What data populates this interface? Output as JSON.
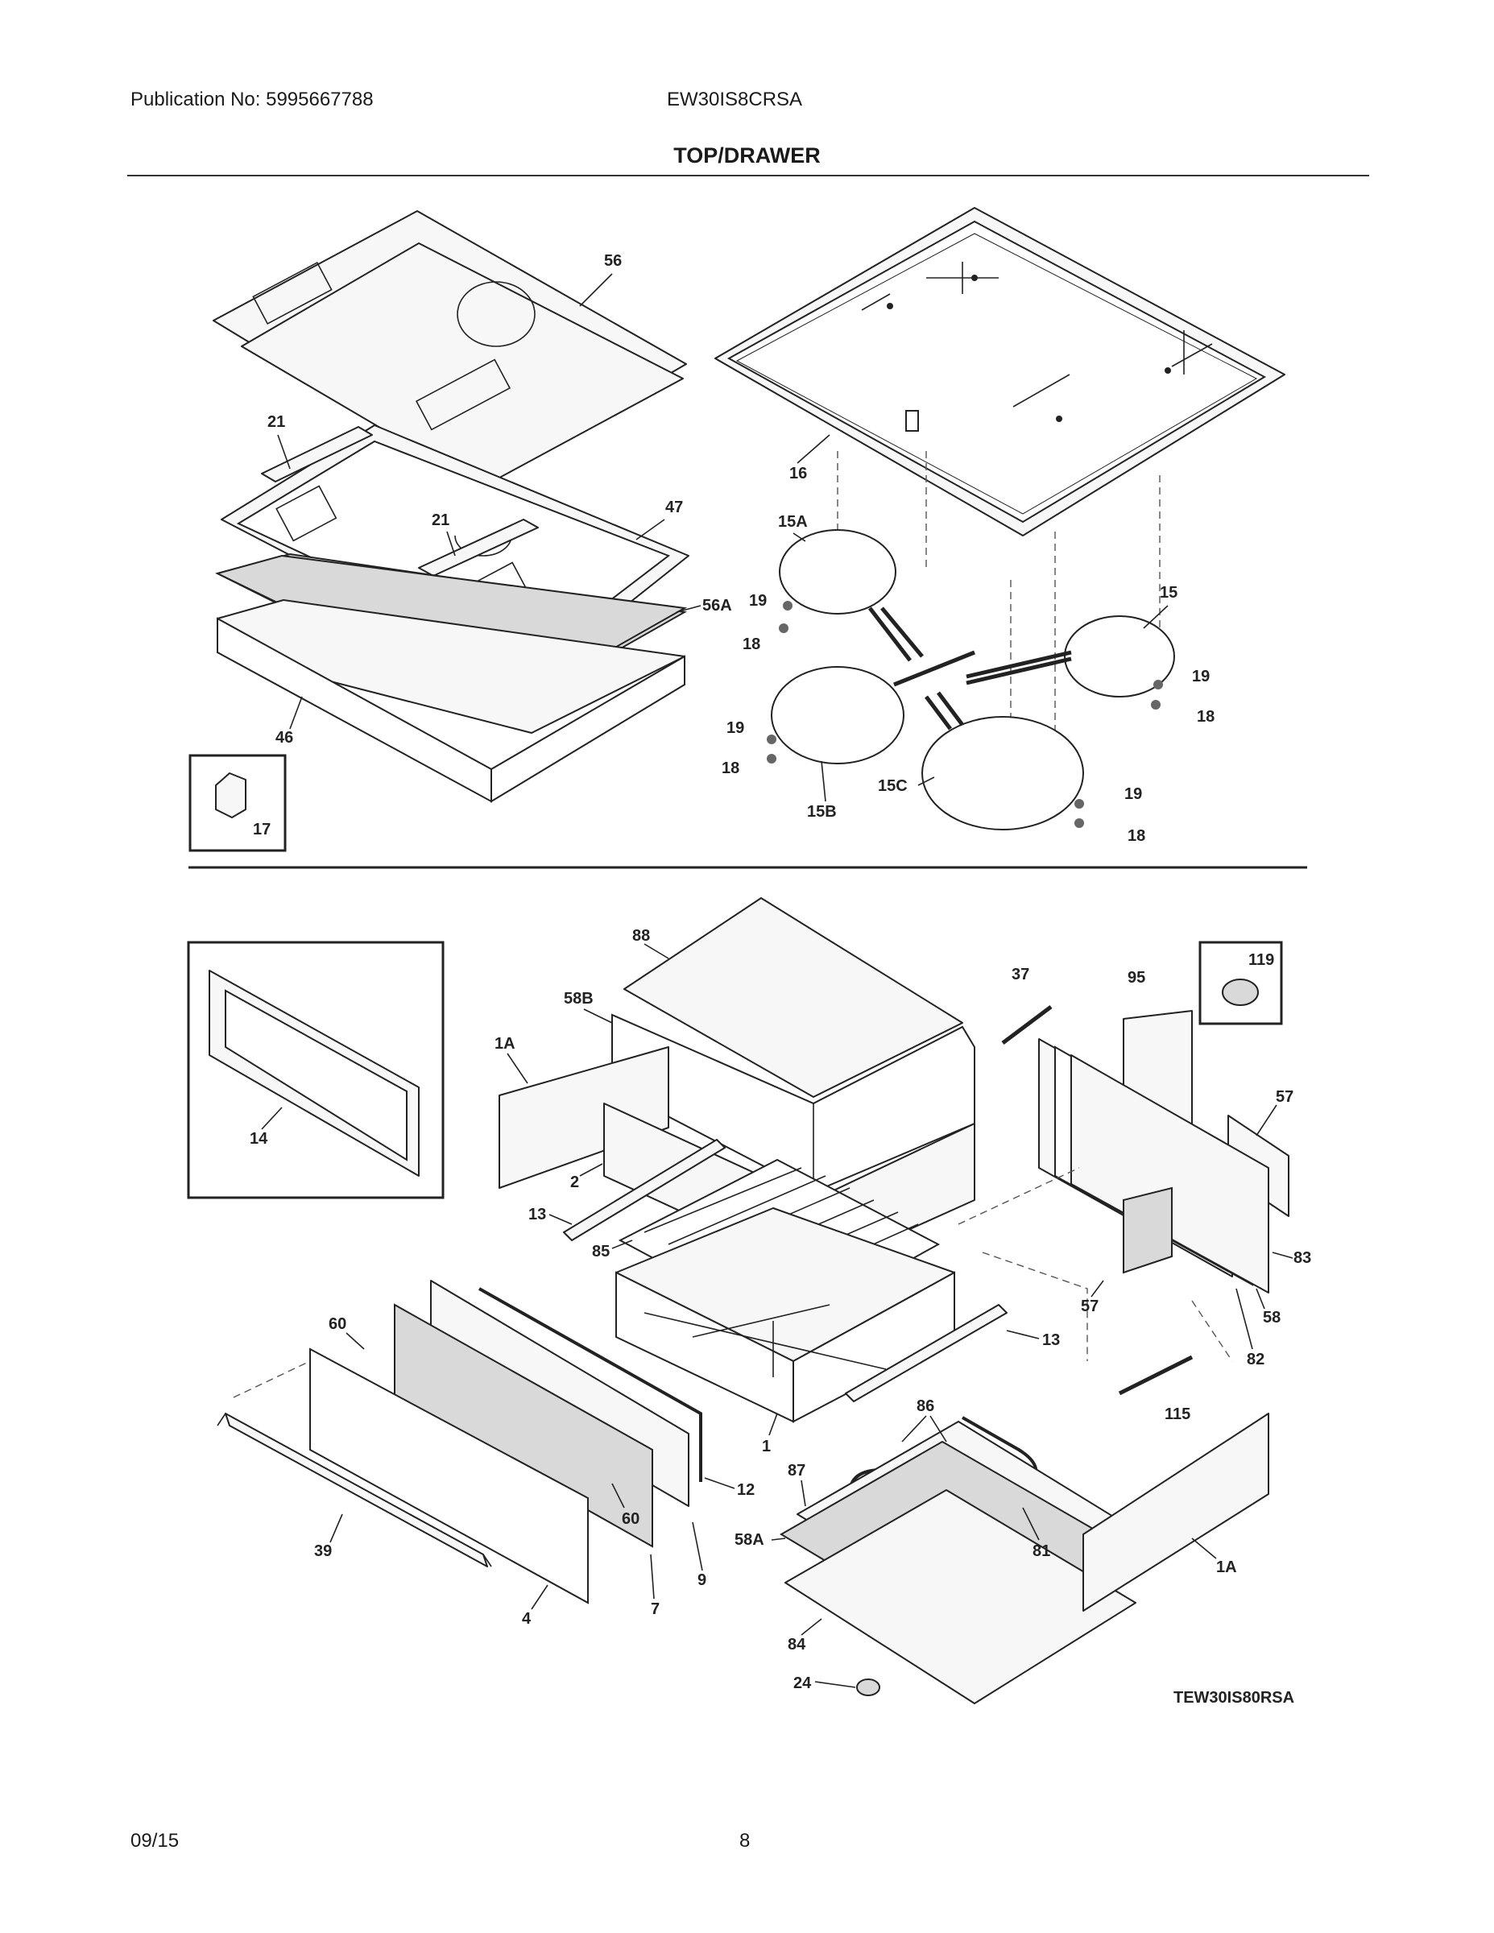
{
  "header": {
    "publication": "Publication No: 5995667788",
    "model": "EW30IS8CRSA",
    "title": "TOP/DRAWER"
  },
  "footer": {
    "date": "09/15",
    "page_number": "8"
  },
  "diagram_code": "TEW30IS80RSA",
  "part_labels": {
    "p56": "56",
    "p21a": "21",
    "p21b": "21",
    "p47": "47",
    "p56A": "56A",
    "p46": "46",
    "p17": "17",
    "p16": "16",
    "p15A": "15A",
    "p19a": "19",
    "p18a": "18",
    "p15": "15",
    "p19b": "19",
    "p18b": "18",
    "p19c": "19",
    "p18c": "18",
    "p15B": "15B",
    "p15C": "15C",
    "p19d": "19",
    "p18d": "18",
    "p88": "88",
    "p58B": "58B",
    "p1A": "1A",
    "p2": "2",
    "p13a": "13",
    "p85": "85",
    "p14": "14",
    "p37": "37",
    "p95": "95",
    "p119": "119",
    "p57a": "57",
    "p83": "83",
    "p57b": "57",
    "p58": "58",
    "p82": "82",
    "p13b": "13",
    "p60a": "60",
    "p60b": "60",
    "p1": "1",
    "p12": "12",
    "p86": "86",
    "p115": "115",
    "p87": "87",
    "p58A": "58A",
    "p81": "81",
    "p1Ab": "1A",
    "p39": "39",
    "p4": "4",
    "p7": "7",
    "p9": "9",
    "p84": "84",
    "p24": "24"
  }
}
